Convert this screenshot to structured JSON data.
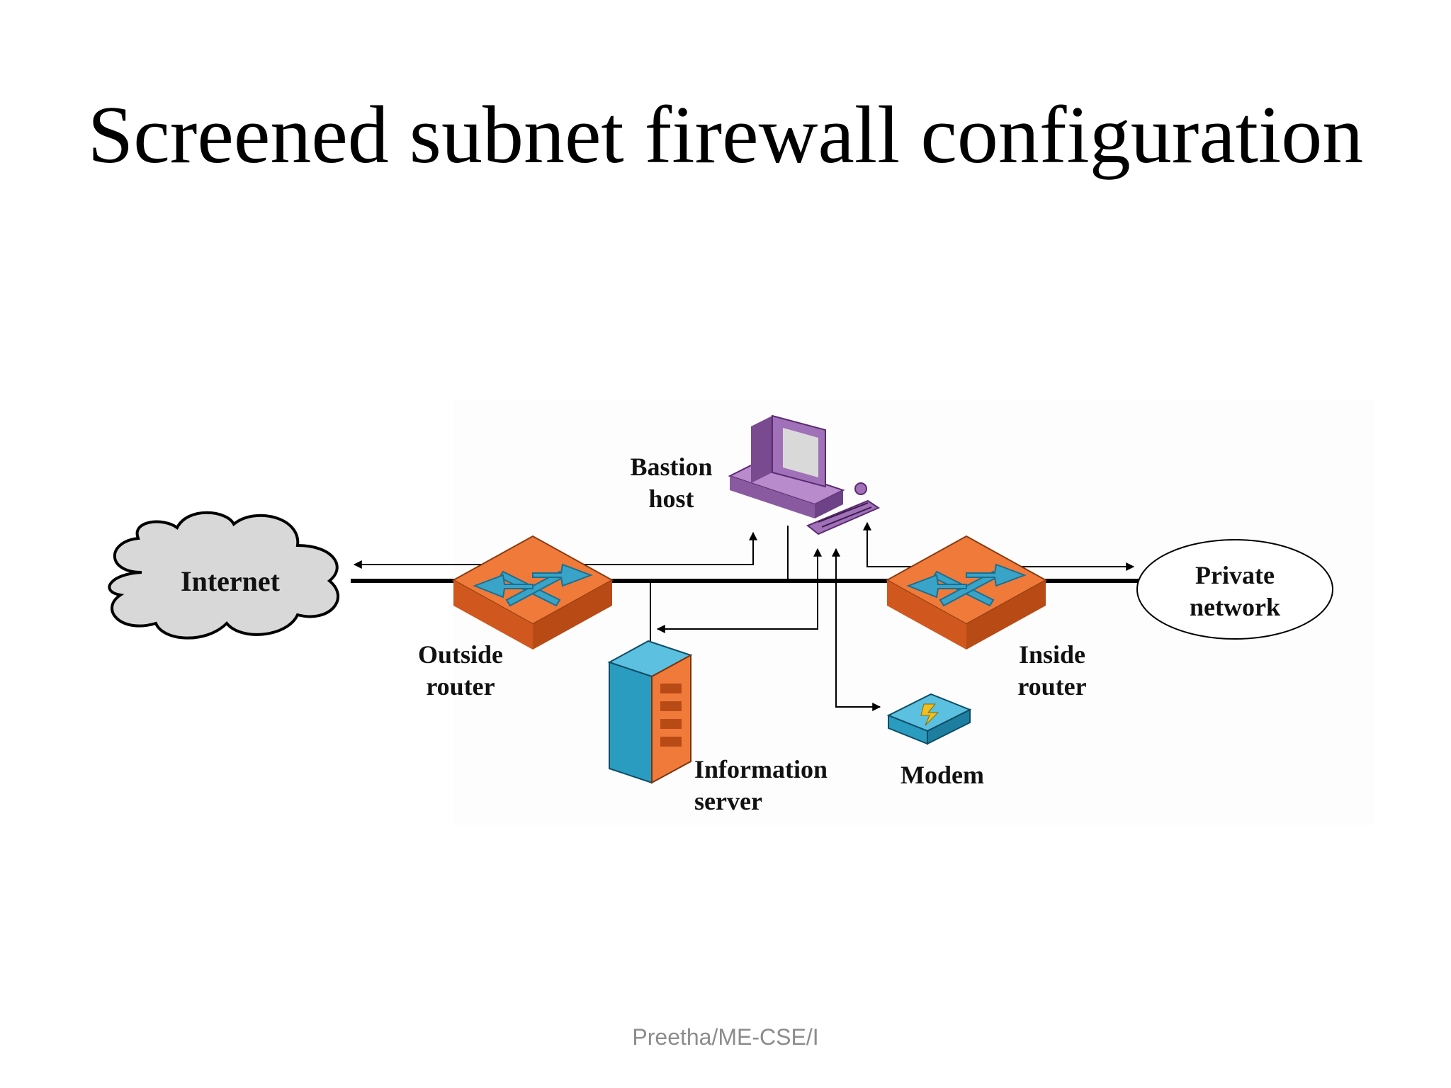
{
  "slide": {
    "title": "Screened subnet firewall configuration",
    "footer": "Preetha/ME-CSE/I"
  },
  "diagram": {
    "nodes": {
      "internet": "Internet",
      "outside_router": [
        "Outside",
        "router"
      ],
      "bastion_host": [
        "Bastion",
        "host"
      ],
      "information_server": [
        "Information",
        "server"
      ],
      "modem": "Modem",
      "inside_router": [
        "Inside",
        "router"
      ],
      "private_network": [
        "Private",
        "network"
      ]
    },
    "colors": {
      "router": "#f07a3a",
      "router_arrows": "#3aa3c8",
      "cloud": "#d8d8d8",
      "bastion": "#a070b8",
      "server": "#2a9cc0",
      "modem": "#3aa8cc",
      "line": "#000000"
    }
  }
}
